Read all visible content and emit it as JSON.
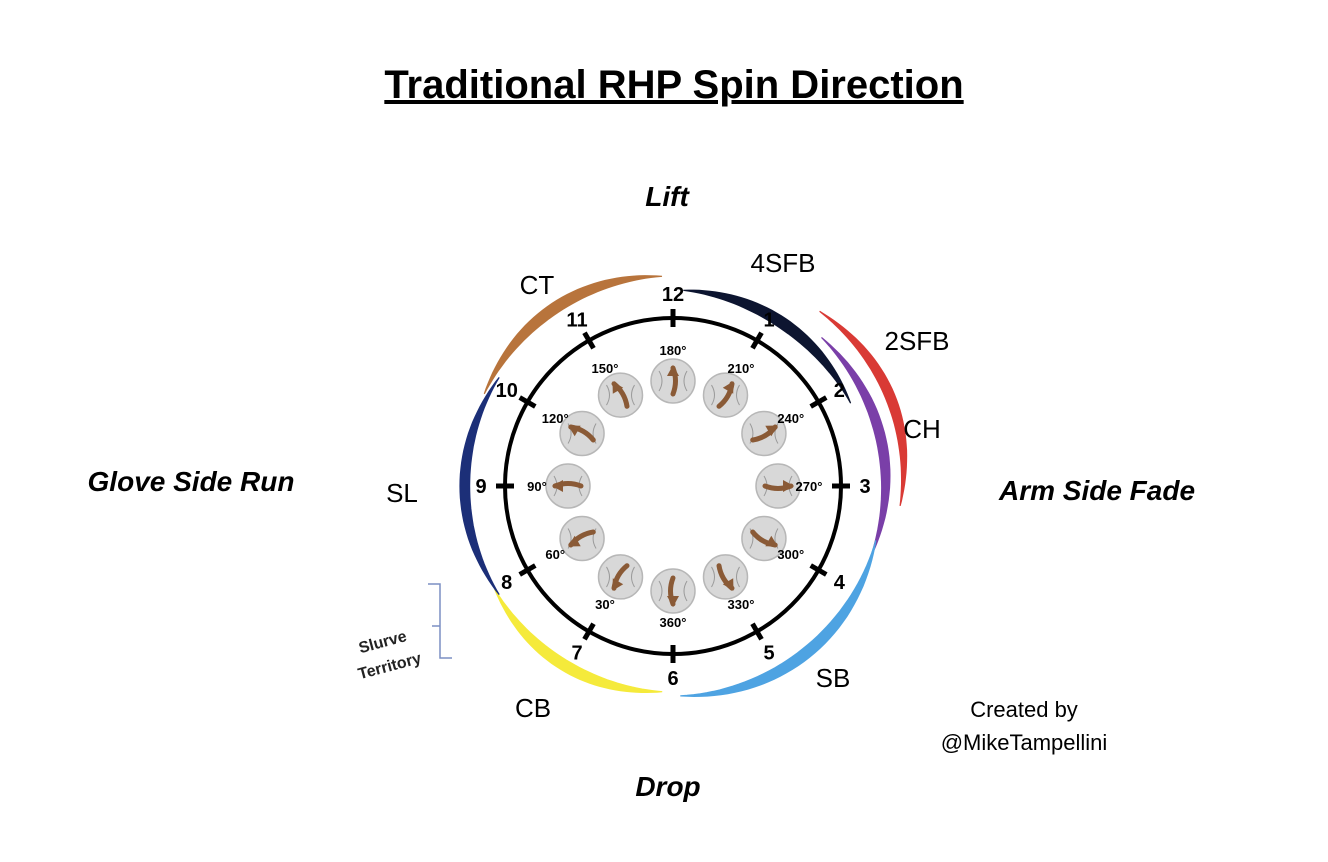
{
  "title": "Traditional RHP Spin Direction",
  "directions": {
    "top": "Lift",
    "bottom": "Drop",
    "left": "Glove Side Run",
    "right": "Arm Side Fade"
  },
  "clock_labels": [
    "12",
    "1",
    "2",
    "3",
    "4",
    "5",
    "6",
    "7",
    "8",
    "9",
    "10",
    "11"
  ],
  "degree_labels": [
    "180°",
    "210°",
    "240°",
    "270°",
    "300°",
    "330°",
    "360°",
    "30°",
    "60°",
    "90°",
    "120°",
    "150°"
  ],
  "pitches": [
    {
      "label": "4SFB",
      "color": "#0d1530"
    },
    {
      "label": "2SFB",
      "color": "#d93a35"
    },
    {
      "label": "CH",
      "color": "#7a3fa8"
    },
    {
      "label": "SB",
      "color": "#4ea3e2"
    },
    {
      "label": "CB",
      "color": "#f5ea3b"
    },
    {
      "label": "SL",
      "color": "#1c2f78"
    },
    {
      "label": "CT",
      "color": "#b8743c"
    }
  ],
  "slurve": {
    "line1": "Slurve",
    "line2": "Territory"
  },
  "credit": {
    "line1": "Created by",
    "line2": "@MikeTampellini"
  }
}
